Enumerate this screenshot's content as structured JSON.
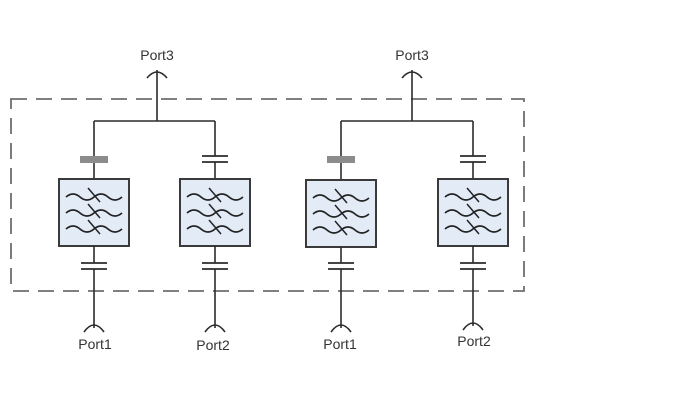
{
  "diagram": {
    "modules": [
      {
        "common_port": "Port3",
        "filters": [
          {
            "port": "Port1",
            "top_capacitor": "grey"
          },
          {
            "port": "Port2",
            "top_capacitor": "lines"
          }
        ]
      },
      {
        "common_port": "Port3",
        "filters": [
          {
            "port": "Port1",
            "top_capacitor": "grey"
          },
          {
            "port": "Port2",
            "top_capacitor": "lines"
          }
        ]
      }
    ]
  },
  "colors": {
    "filter_fill": "#e3ebf7",
    "line": "#2b2b2b",
    "dashed_boundary": "#6e6e6e",
    "grey_capacitor": "#8c8c8c"
  }
}
